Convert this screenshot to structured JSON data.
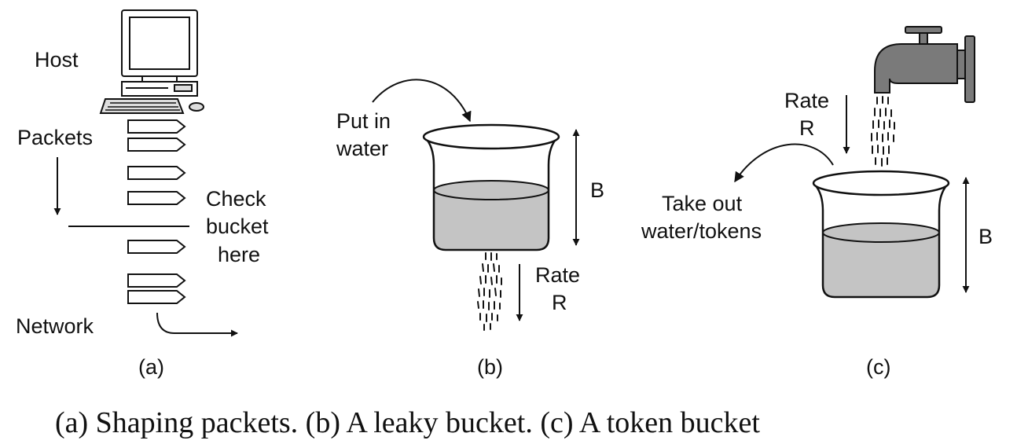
{
  "panel_a": {
    "host_label": "Host",
    "packets_label": "Packets",
    "check_line1": "Check",
    "check_line2": "bucket",
    "check_line3": "here",
    "network_label": "Network",
    "letter": "(a)"
  },
  "panel_b": {
    "put_in_line1": "Put in",
    "put_in_line2": "water",
    "capacity_label": "B",
    "rate_line1": "Rate",
    "rate_line2": "R",
    "letter": "(b)"
  },
  "panel_c": {
    "rate_line1": "Rate",
    "rate_line2": "R",
    "take_out_line1": "Take out",
    "take_out_line2": "water/tokens",
    "capacity_label": "B",
    "letter": "(c)"
  },
  "caption": "(a) Shaping packets. (b) A leaky bucket. (c) A token bucket",
  "colors": {
    "water": "#c4c4c4",
    "faucet": "#7a7a7a",
    "ink": "#111111"
  }
}
